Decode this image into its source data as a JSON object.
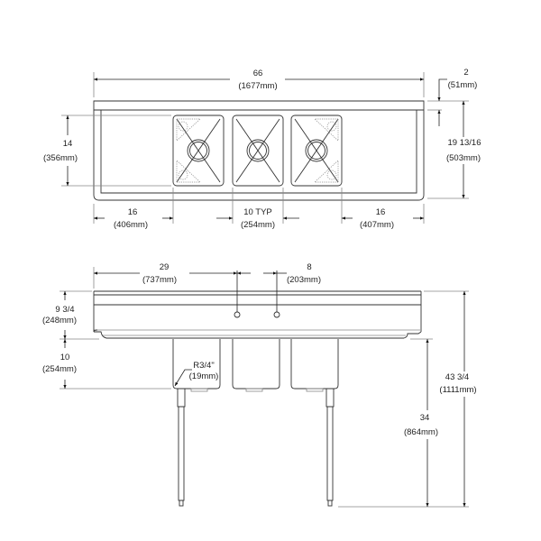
{
  "top_view": {
    "overall_width": {
      "value": "66",
      "metric": "(1677mm)"
    },
    "backsplash_depth": {
      "value": "2",
      "metric": "(51mm)"
    },
    "bowl_depth_front_back": {
      "value": "14",
      "metric": "(356mm)"
    },
    "overall_depth": {
      "value": "19 13/16",
      "metric": "(503mm)"
    },
    "left_drainboard": {
      "value": "16",
      "metric": "(406mm)"
    },
    "bowl_width": {
      "value": "10 TYP",
      "metric": "(254mm)"
    },
    "right_drainboard": {
      "value": "16",
      "metric": "(407mm)"
    }
  },
  "front_view": {
    "faucet_hole_offset": {
      "value": "29",
      "metric": "(737mm)"
    },
    "faucet_hole_spacing": {
      "value": "8",
      "metric": "(203mm)"
    },
    "backsplash_height": {
      "value": "9 3/4",
      "metric": "(248mm)"
    },
    "bowl_depth": {
      "value": "10",
      "metric": "(254mm)"
    },
    "corner_radius": {
      "value": "R3/4\"",
      "metric": "(19mm)"
    },
    "work_height": {
      "value": "34",
      "metric": "(864mm)"
    },
    "overall_height": {
      "value": "43 3/4",
      "metric": "(1111mm)"
    }
  }
}
